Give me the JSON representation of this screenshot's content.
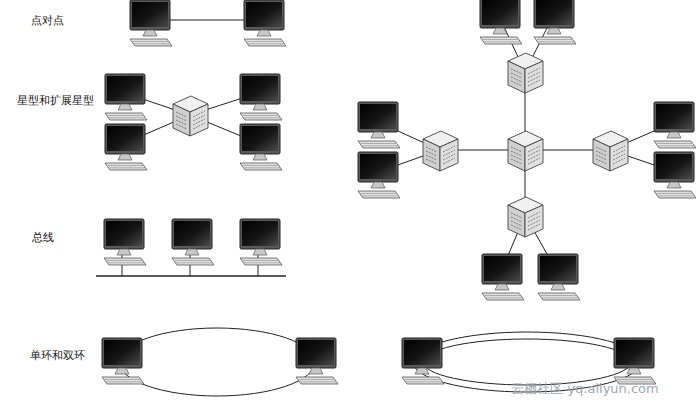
{
  "diagram": {
    "labels": [
      "点对点",
      "星型和扩展星型",
      "总线",
      "单环和双环",
      "云栖社区 yq.aliyun.com"
    ]
  }
}
